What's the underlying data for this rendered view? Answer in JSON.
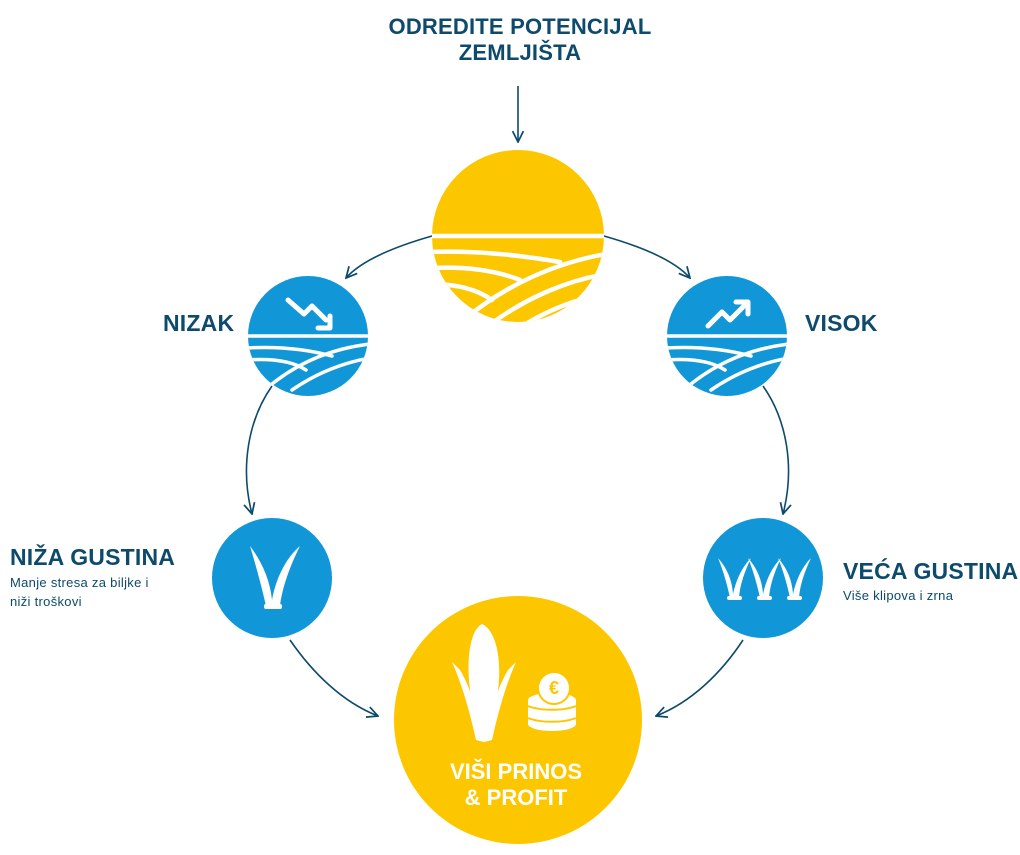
{
  "title": {
    "line1": "ODREDITE POTENCIJAL",
    "line2": "ZEMLJIŠTA"
  },
  "nodes": {
    "low": {
      "label": "NIZAK"
    },
    "high": {
      "label": "VISOK"
    },
    "lower_density": {
      "label": "NIŽA GUSTINA",
      "desc_line1": "Manje stresa za biljke i",
      "desc_line2": "niži troškovi"
    },
    "higher_density": {
      "label": "VEĆA GUSTINA",
      "desc_line1": "Više klipova i zrna"
    },
    "result": {
      "line1": "VIŠI PRINOS",
      "line2": "& PROFIT",
      "currency_symbol": "€"
    }
  },
  "colors": {
    "yellow": "#fdc700",
    "blue": "#1197d8",
    "navy": "#0d4a6b",
    "white": "#ffffff"
  },
  "icons": {
    "top": "field-icon",
    "low": "trend-down-field-icon",
    "high": "trend-up-field-icon",
    "lower_density": "single-plant-icon",
    "higher_density": "three-plants-icon",
    "result": "corn-and-coins-icon"
  }
}
